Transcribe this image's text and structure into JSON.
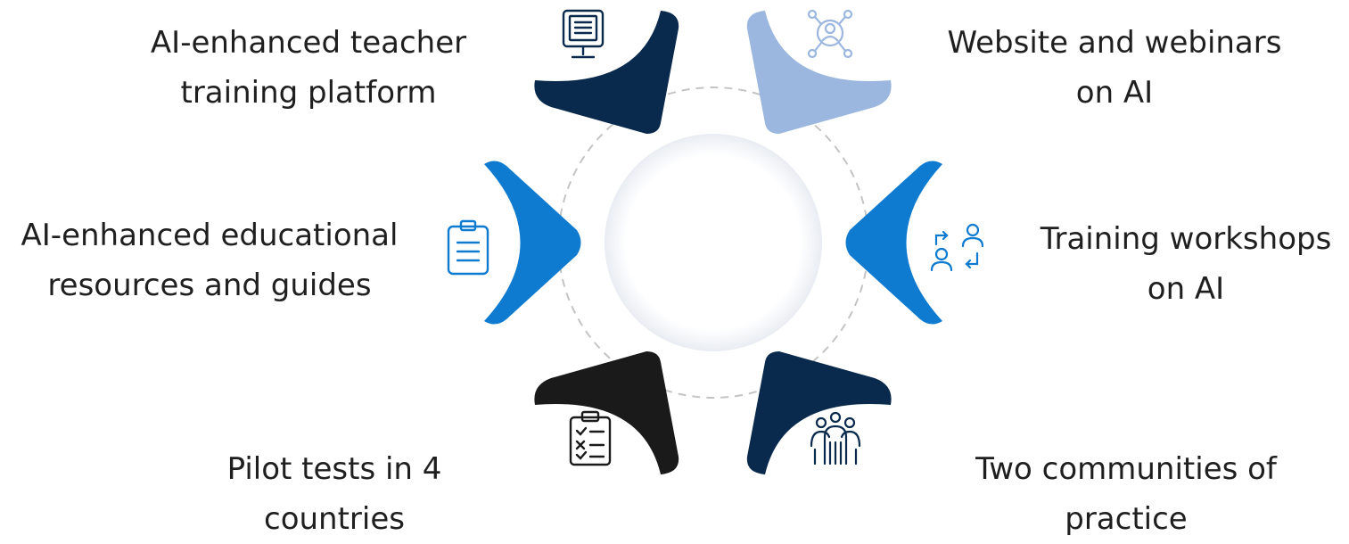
{
  "diagram": {
    "items": [
      {
        "id": "platform",
        "lines": [
          "AI-enhanced teacher",
          "training platform"
        ],
        "icon": "monitor-icon",
        "color": "#0a2a4d"
      },
      {
        "id": "website",
        "lines": [
          "Website and webinars",
          "on AI"
        ],
        "icon": "network-user-icon",
        "color": "#9bb7df"
      },
      {
        "id": "workshops",
        "lines": [
          "Training workshops",
          "on AI"
        ],
        "icon": "exchange-people-icon",
        "color": "#0f7bd0"
      },
      {
        "id": "communities",
        "lines": [
          "Two communities of",
          "practice"
        ],
        "icon": "group-people-icon",
        "color": "#0a2a4d"
      },
      {
        "id": "pilot",
        "lines": [
          "Pilot tests in 4",
          "countries"
        ],
        "icon": "checklist-icon",
        "color": "#1a1a1a"
      },
      {
        "id": "resources",
        "lines": [
          "AI-enhanced educational",
          "resources and guides"
        ],
        "icon": "clipboard-icon",
        "color": "#0f7bd0"
      }
    ]
  }
}
